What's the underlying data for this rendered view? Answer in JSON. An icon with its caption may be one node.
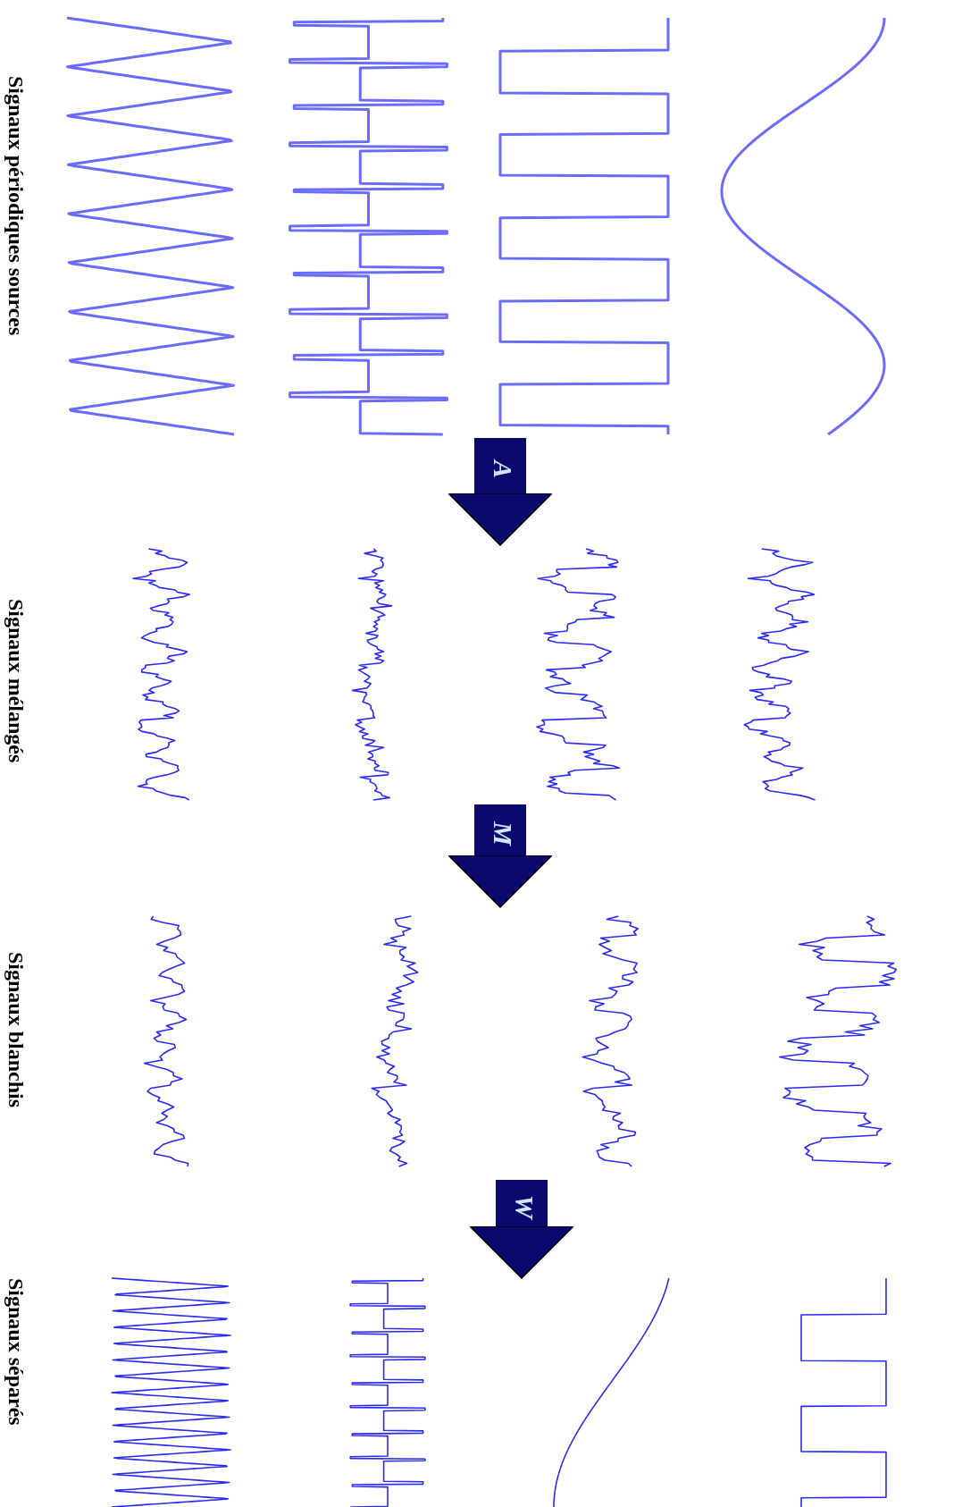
{
  "diagram": {
    "nodes": [
      {
        "text": [
          "Signaux périodiques sources"
        ]
      },
      {
        "text": [
          "Signaux mélangés"
        ]
      },
      {
        "text": [
          "Signaux blanchis"
        ]
      },
      {
        "text": [
          "Signaux séparés"
        ]
      }
    ],
    "edges": [
      {
        "from": 0,
        "to": 1,
        "arrow": "to",
        "label": "A"
      },
      {
        "from": 1,
        "to": 2,
        "arrow": "to",
        "label": "M"
      },
      {
        "from": 2,
        "to": 3,
        "arrow": "to",
        "label": "W"
      }
    ]
  }
}
